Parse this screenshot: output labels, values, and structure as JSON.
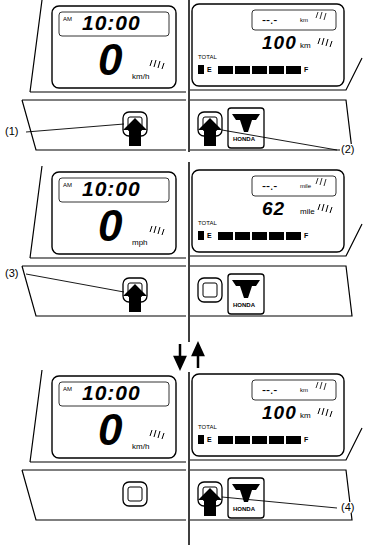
{
  "diagram": {
    "labels": [
      "AM",
      "10:00",
      "0",
      "km/h",
      "--.-",
      "km",
      "100",
      "km",
      "TOTAL",
      "E",
      "F",
      "HONDA",
      "(1)",
      "(2)",
      "AM",
      "10:00",
      "0",
      "mph",
      "--.-",
      "mile",
      "62",
      "mile",
      "TOTAL",
      "E",
      "F",
      "HONDA",
      "(3)",
      "AM",
      "10:00",
      "0",
      "km/h",
      "--.-",
      "km",
      "100",
      "km",
      "TOTAL",
      "E",
      "F",
      "HONDA",
      "(4)"
    ]
  }
}
